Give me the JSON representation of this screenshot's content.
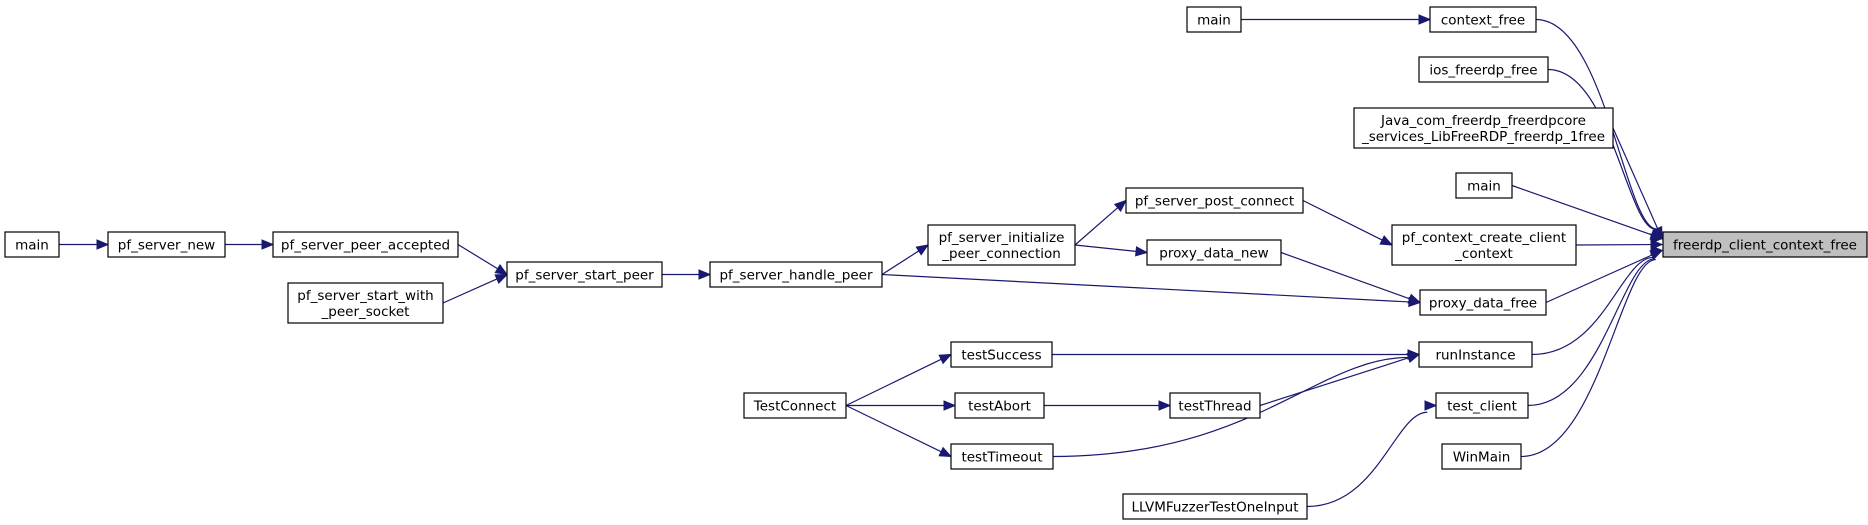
{
  "diagram": {
    "nodes": [
      {
        "id": "target",
        "lines": [
          "freerdp_client_context_free"
        ],
        "highlight": true
      },
      {
        "id": "context_free",
        "lines": [
          "context_free"
        ]
      },
      {
        "id": "main_ctx",
        "lines": [
          "main"
        ]
      },
      {
        "id": "ios_free",
        "lines": [
          "ios_freerdp_free"
        ]
      },
      {
        "id": "java_free",
        "lines": [
          "Java_com_freerdp_freerdpcore",
          "_services_LibFreeRDP_freerdp_1free"
        ]
      },
      {
        "id": "main_direct",
        "lines": [
          "main"
        ]
      },
      {
        "id": "pf_ctx_create",
        "lines": [
          "pf_context_create_client",
          "_context"
        ]
      },
      {
        "id": "pf_post_connect",
        "lines": [
          "pf_server_post_connect"
        ]
      },
      {
        "id": "pf_init_peer",
        "lines": [
          "pf_server_initialize",
          "_peer_connection"
        ]
      },
      {
        "id": "proxy_data_new",
        "lines": [
          "proxy_data_new"
        ]
      },
      {
        "id": "proxy_data_free",
        "lines": [
          "proxy_data_free"
        ]
      },
      {
        "id": "pf_handle_peer",
        "lines": [
          "pf_server_handle_peer"
        ]
      },
      {
        "id": "pf_start_peer",
        "lines": [
          "pf_server_start_peer"
        ]
      },
      {
        "id": "pf_peer_accepted",
        "lines": [
          "pf_server_peer_accepted"
        ]
      },
      {
        "id": "pf_start_with_sock",
        "lines": [
          "pf_server_start_with",
          "_peer_socket"
        ]
      },
      {
        "id": "pf_server_new",
        "lines": [
          "pf_server_new"
        ]
      },
      {
        "id": "main_pf",
        "lines": [
          "main"
        ]
      },
      {
        "id": "runInstance",
        "lines": [
          "runInstance"
        ]
      },
      {
        "id": "testSuccess",
        "lines": [
          "testSuccess"
        ]
      },
      {
        "id": "testThread",
        "lines": [
          "testThread"
        ]
      },
      {
        "id": "testAbort",
        "lines": [
          "testAbort"
        ]
      },
      {
        "id": "testTimeout",
        "lines": [
          "testTimeout"
        ]
      },
      {
        "id": "TestConnect",
        "lines": [
          "TestConnect"
        ]
      },
      {
        "id": "test_client",
        "lines": [
          "test_client"
        ]
      },
      {
        "id": "llvm_fuzzer",
        "lines": [
          "LLVMFuzzerTestOneInput"
        ]
      },
      {
        "id": "WinMain",
        "lines": [
          "WinMain"
        ]
      }
    ],
    "edges": [
      {
        "from": "main_ctx",
        "to": "context_free"
      },
      {
        "from": "context_free",
        "to": "target"
      },
      {
        "from": "ios_free",
        "to": "target"
      },
      {
        "from": "java_free",
        "to": "target"
      },
      {
        "from": "main_direct",
        "to": "target"
      },
      {
        "from": "pf_ctx_create",
        "to": "target"
      },
      {
        "from": "proxy_data_free",
        "to": "target"
      },
      {
        "from": "runInstance",
        "to": "target"
      },
      {
        "from": "test_client",
        "to": "target"
      },
      {
        "from": "WinMain",
        "to": "target"
      },
      {
        "from": "pf_post_connect",
        "to": "pf_ctx_create"
      },
      {
        "from": "pf_init_peer",
        "to": "pf_post_connect"
      },
      {
        "from": "pf_init_peer",
        "to": "proxy_data_new"
      },
      {
        "from": "proxy_data_new",
        "to": "proxy_data_free"
      },
      {
        "from": "pf_handle_peer",
        "to": "proxy_data_free"
      },
      {
        "from": "pf_handle_peer",
        "to": "pf_init_peer"
      },
      {
        "from": "pf_start_peer",
        "to": "pf_handle_peer"
      },
      {
        "from": "pf_peer_accepted",
        "to": "pf_start_peer"
      },
      {
        "from": "pf_start_with_sock",
        "to": "pf_start_peer"
      },
      {
        "from": "pf_server_new",
        "to": "pf_peer_accepted"
      },
      {
        "from": "main_pf",
        "to": "pf_server_new"
      },
      {
        "from": "testSuccess",
        "to": "runInstance"
      },
      {
        "from": "testThread",
        "to": "runInstance"
      },
      {
        "from": "testTimeout",
        "to": "runInstance"
      },
      {
        "from": "testAbort",
        "to": "testThread"
      },
      {
        "from": "TestConnect",
        "to": "testSuccess"
      },
      {
        "from": "TestConnect",
        "to": "testAbort"
      },
      {
        "from": "TestConnect",
        "to": "testTimeout"
      },
      {
        "from": "llvm_fuzzer",
        "to": "test_client"
      }
    ]
  },
  "colors": {
    "edge": "#191970",
    "highlight_fill": "#bfbfbf",
    "node_fill": "#ffffff",
    "node_stroke": "#000000"
  }
}
